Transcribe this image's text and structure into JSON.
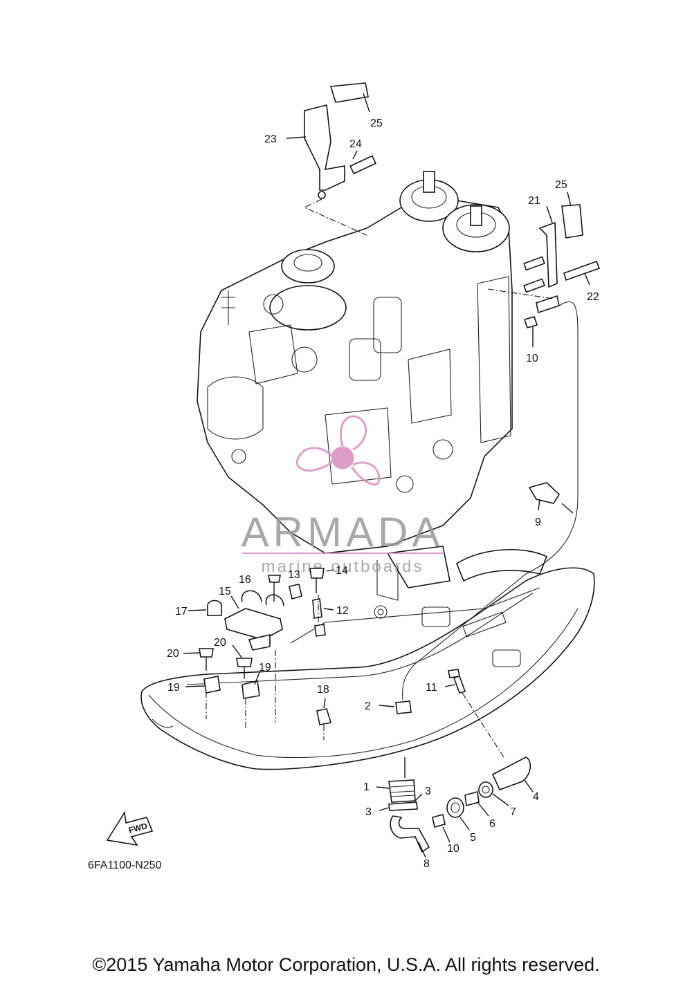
{
  "diagram_code": "6FA1100-N250",
  "copyright": "©2015 Yamaha Motor Corporation, U.S.A. All rights reserved.",
  "watermark": {
    "brand": "ARMADA",
    "tagline": "marine outboards",
    "brand_color": "#9a9a9a",
    "logo_color": "#d98cc0"
  },
  "fwd_label": "FWD",
  "callouts": [
    "25",
    "23",
    "24",
    "25",
    "21",
    "22",
    "10",
    "9",
    "16",
    "13",
    "14",
    "15",
    "17",
    "12",
    "20",
    "20",
    "19",
    "19",
    "11",
    "18",
    "2",
    "1",
    "3",
    "3",
    "4",
    "7",
    "6",
    "5",
    "10",
    "8"
  ]
}
